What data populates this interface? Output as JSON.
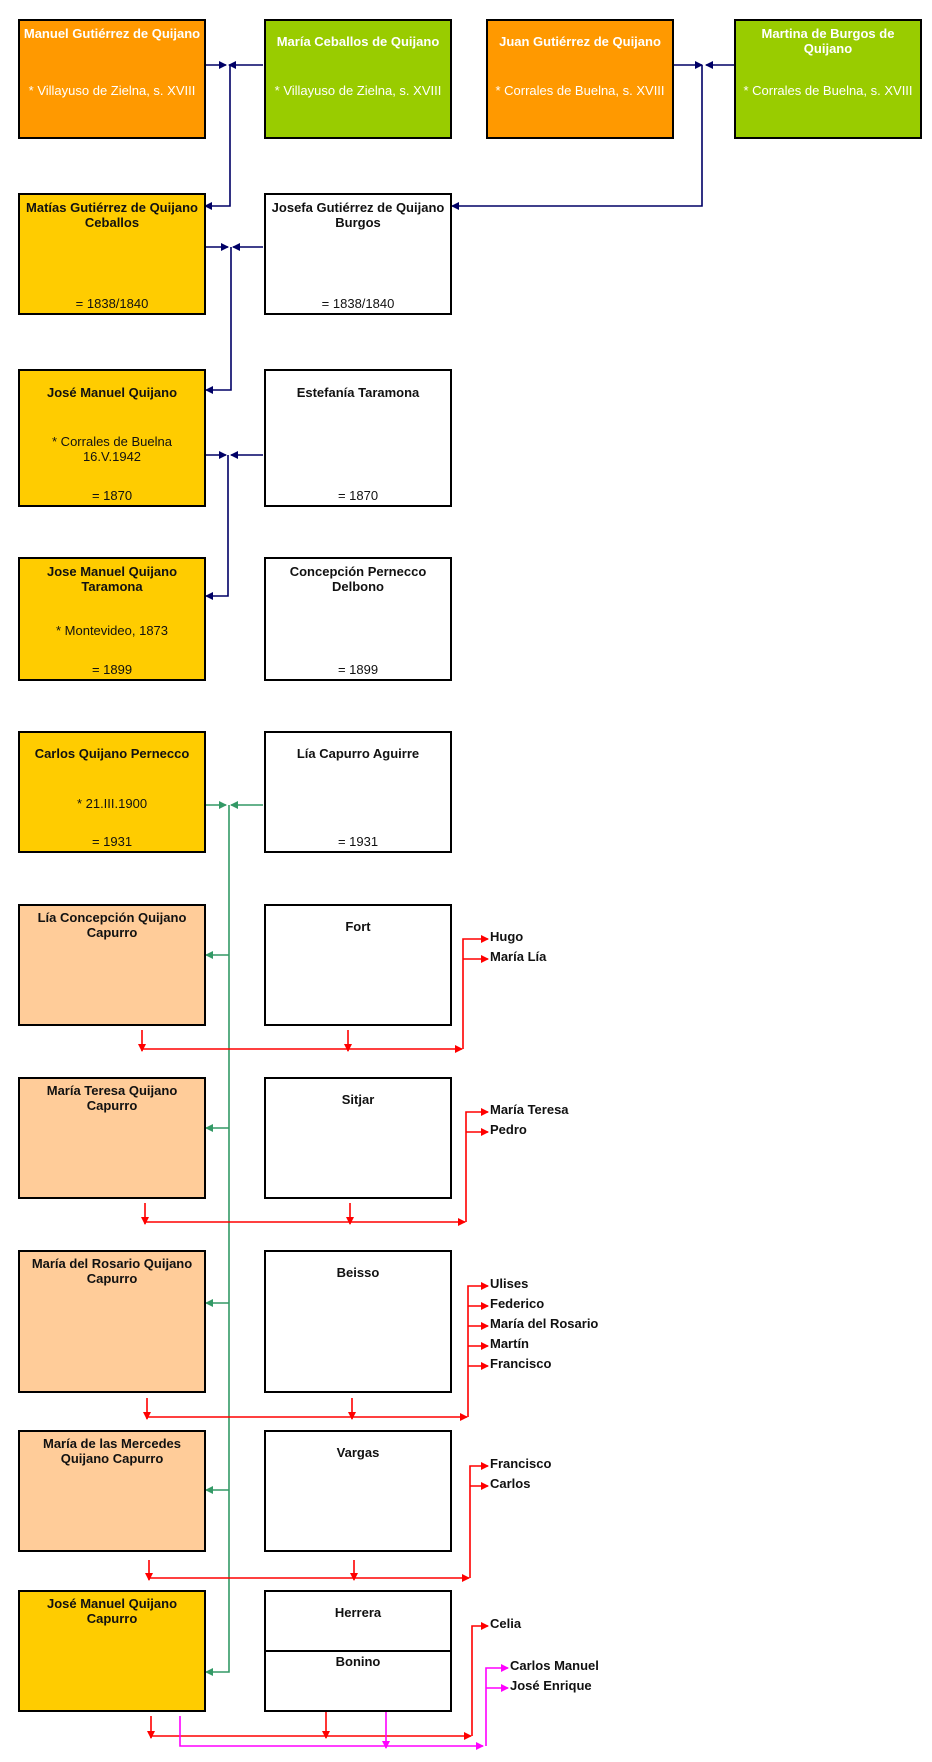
{
  "colors": {
    "orange": "#ff9900",
    "green": "#99cc00",
    "gold": "#ffcc00",
    "peach": "#ffcc99",
    "navy_line": "#000066",
    "teal_line": "#339966",
    "red_line": "#ff0000",
    "magenta_line": "#ff00ff"
  },
  "gen1": [
    {
      "name": "Manuel Gutiérrez de Quijano",
      "birth": "* Villayuso de Zielna, s. XVIII"
    },
    {
      "name": "María Ceballos de Quijano",
      "birth": "* Villayuso de Zielna, s. XVIII"
    },
    {
      "name": "Juan Gutiérrez de Quijano",
      "birth": "* Corrales de Buelna, s. XVIII"
    },
    {
      "name": "Martina de Burgos de Quijano",
      "birth": "* Corrales de Buelna, s. XVIII"
    }
  ],
  "gen2": [
    {
      "name": "Matías Gutiérrez de Quijano Ceballos",
      "marriage": "= 1838/1840"
    },
    {
      "name": "Josefa Gutiérrez de Quijano Burgos",
      "marriage": "= 1838/1840"
    }
  ],
  "gen3": [
    {
      "name": "José Manuel Quijano",
      "birth": "* Corrales de Buelna 16.V.1942",
      "marriage": "= 1870"
    },
    {
      "name": "Estefanía Taramona",
      "marriage": "= 1870"
    }
  ],
  "gen4": [
    {
      "name": "Jose Manuel Quijano Taramona",
      "birth": "* Montevideo, 1873",
      "marriage": "= 1899"
    },
    {
      "name": "Concepción Pernecco Delbono",
      "marriage": "= 1899"
    }
  ],
  "gen5": [
    {
      "name": "Carlos Quijano Pernecco",
      "birth": "* 21.III.1900",
      "marriage": "= 1931"
    },
    {
      "name": "Lía Capurro Aguirre",
      "marriage": "= 1931"
    }
  ],
  "daughters": [
    {
      "name": "Lía Concepción Quijano Capurro",
      "spouse": "Fort",
      "children": [
        "Hugo",
        "María Lía"
      ]
    },
    {
      "name": "María Teresa Quijano Capurro",
      "spouse": "Sitjar",
      "children": [
        "María Teresa",
        "Pedro"
      ]
    },
    {
      "name": "María del Rosario Quijano Capurro",
      "spouse": "Beisso",
      "children": [
        "Ulises",
        "Federico",
        "María del Rosario",
        "Martín",
        "Francisco"
      ]
    },
    {
      "name": "María de las Mercedes Quijano Capurro",
      "spouse": "Vargas",
      "children": [
        "Francisco",
        "Carlos"
      ]
    }
  ],
  "son": {
    "name": "José Manuel Quijano Capurro",
    "spouse1": "Herrera",
    "spouse2": "Bonino",
    "children1": [
      "Celia"
    ],
    "children2": [
      "Carlos Manuel",
      "José Enrique"
    ]
  }
}
